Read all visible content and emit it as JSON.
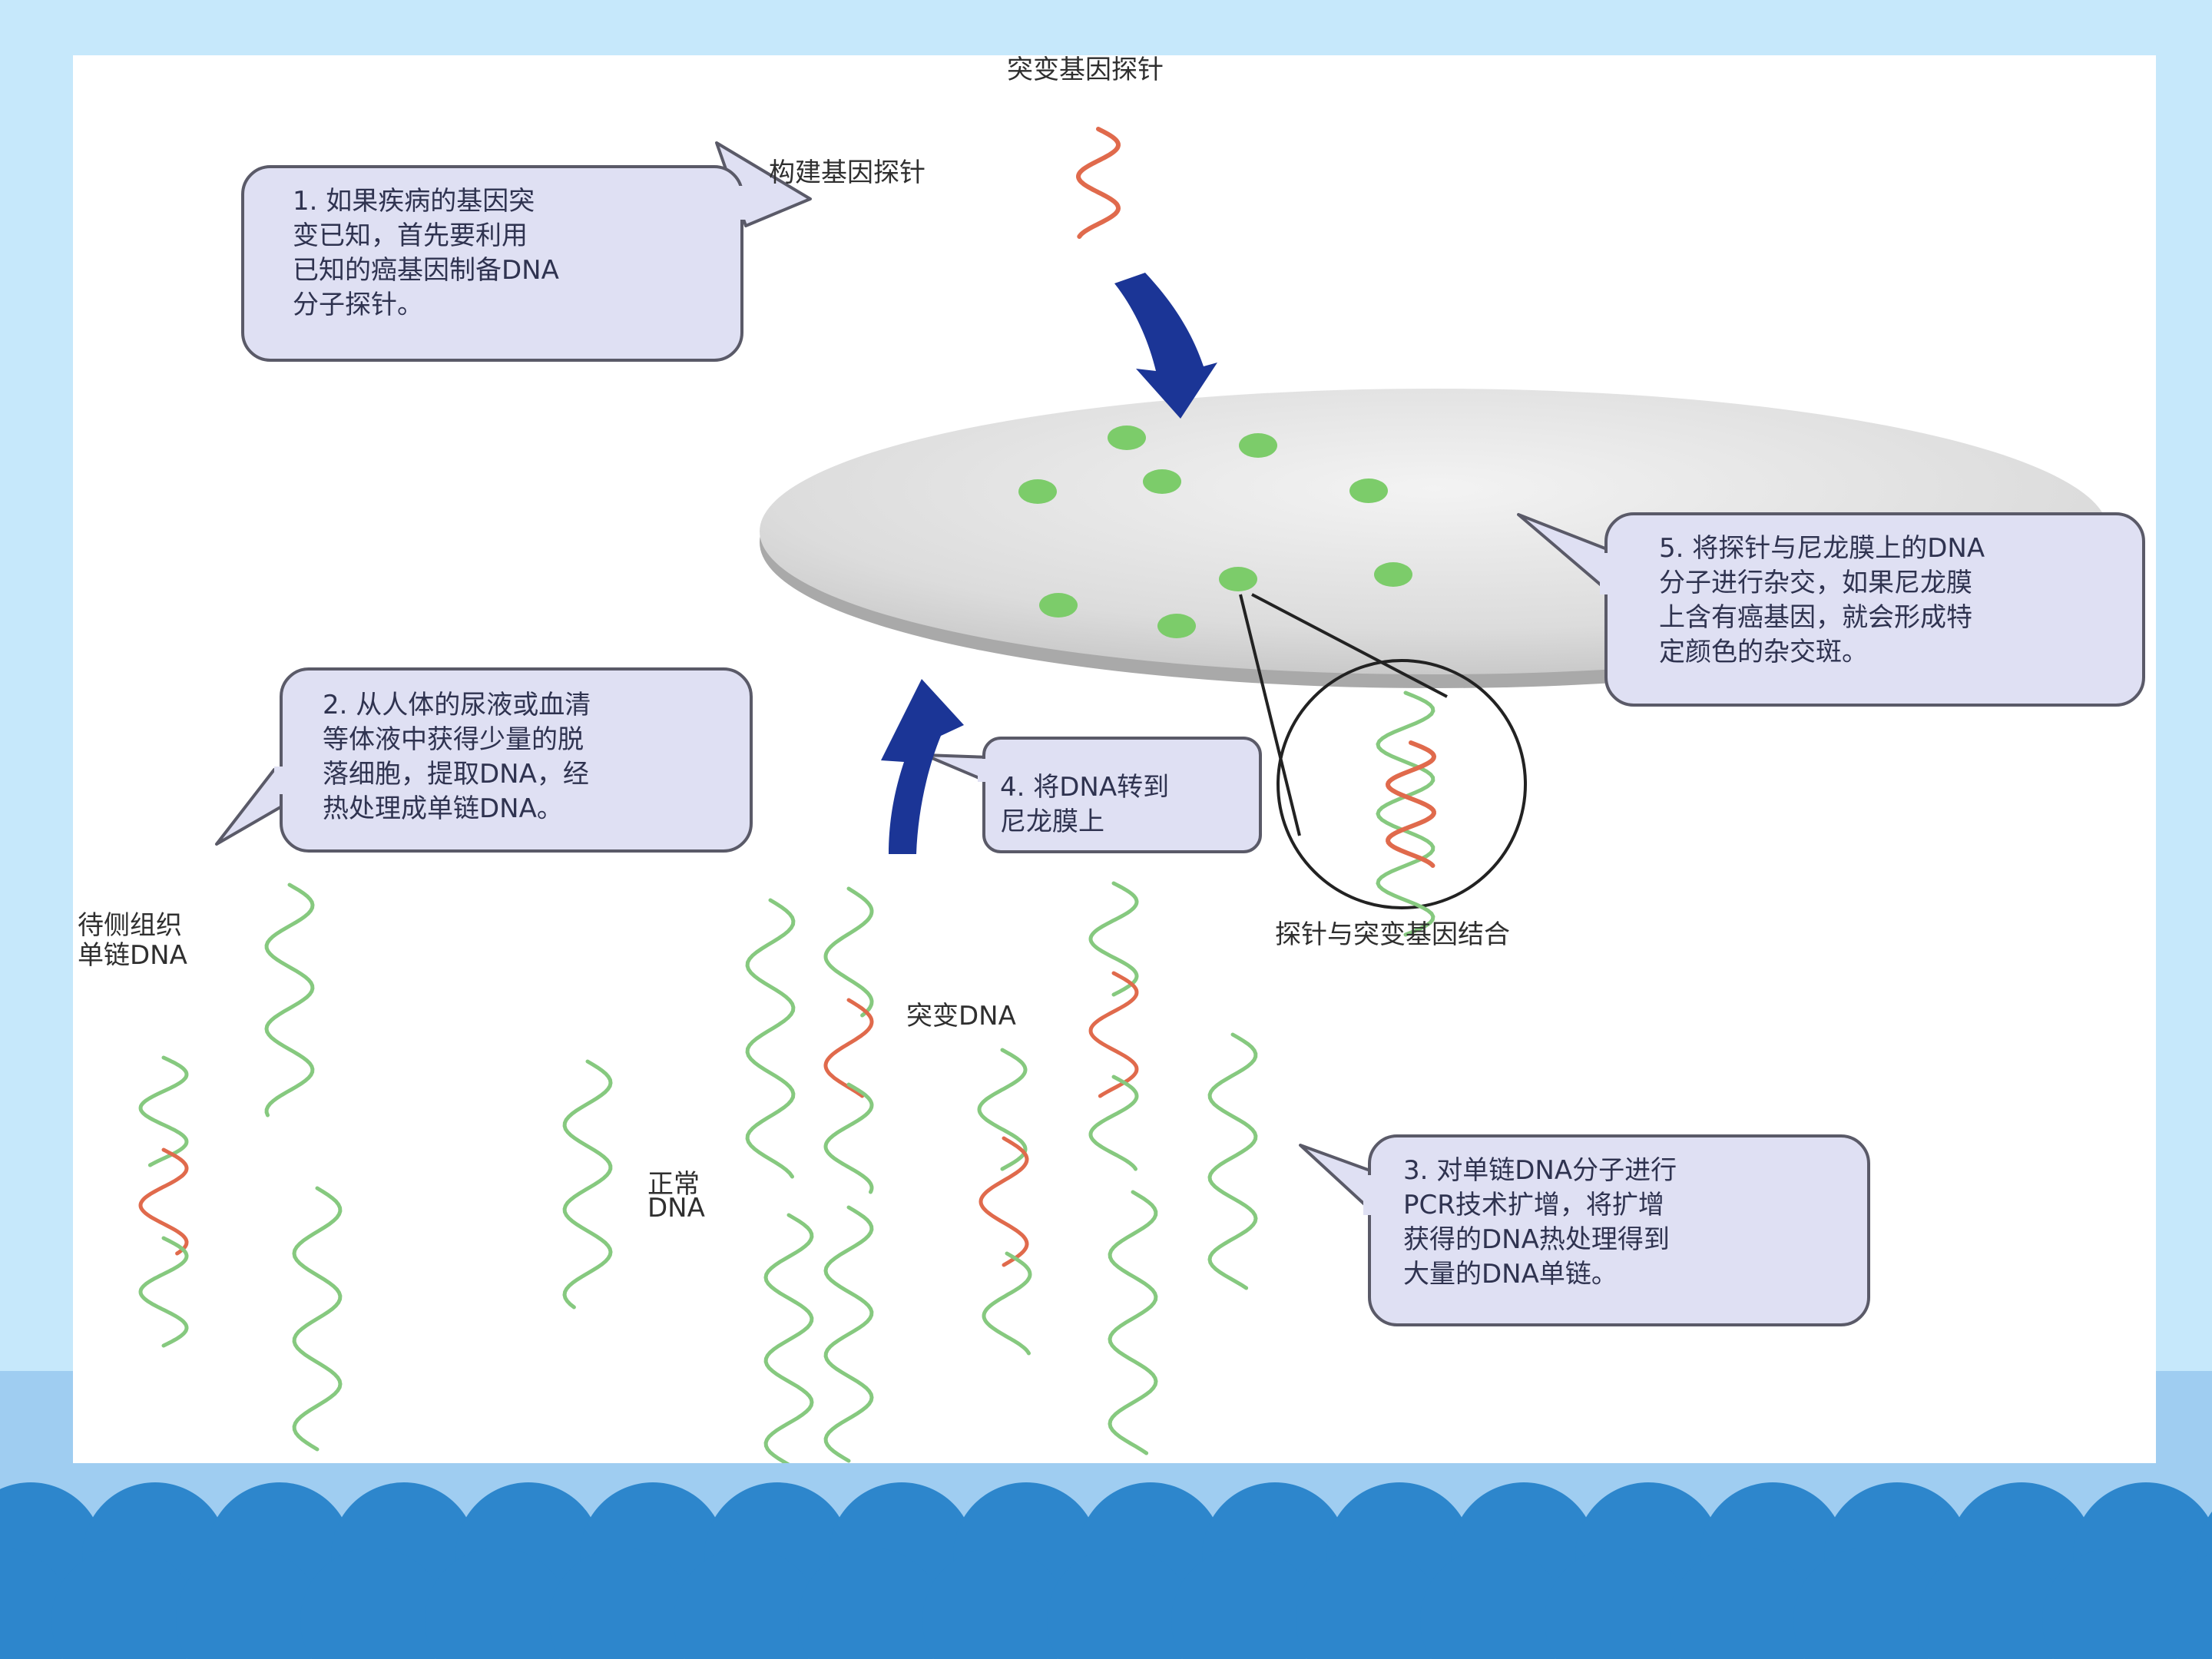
{
  "diagram": {
    "title": "突变基因探针",
    "labels": {
      "construct_probe": "构建基因探针",
      "probe_binding": "探针与突变基因结合",
      "tissue_dna": "待侧组织\n单链DNA",
      "mutant_dna": "突变DNA",
      "normal_dna": "正常\nDNA"
    },
    "steps": [
      "1. 如果疾病的基因突\n变已知，首先要利用\n已知的癌基因制备DNA\n分子探针。",
      "2. 从人体的尿液或血清\n等体液中获得少量的脱\n落细胞，提取DNA，经\n热处理成单链DNA。",
      "3. 对单链DNA分子进行\nPCR技术扩增，将扩增\n获得的DNA热处理得到\n大量的DNA单链。",
      "4. 将DNA转到\n尼龙膜上",
      "5. 将探针与尼龙膜上的DNA\n分子进行杂交，如果尼龙膜\n上含有癌基因，就会形成特\n定颜色的杂交斑。"
    ],
    "colors": {
      "normal_strand": "#86c97f",
      "mutant_strand": "#e06a4c",
      "arrow": "#1b3596",
      "spot": "#7ccc6a",
      "callout_fill": "#dfe0f3",
      "background": "#c6e8fb"
    }
  }
}
